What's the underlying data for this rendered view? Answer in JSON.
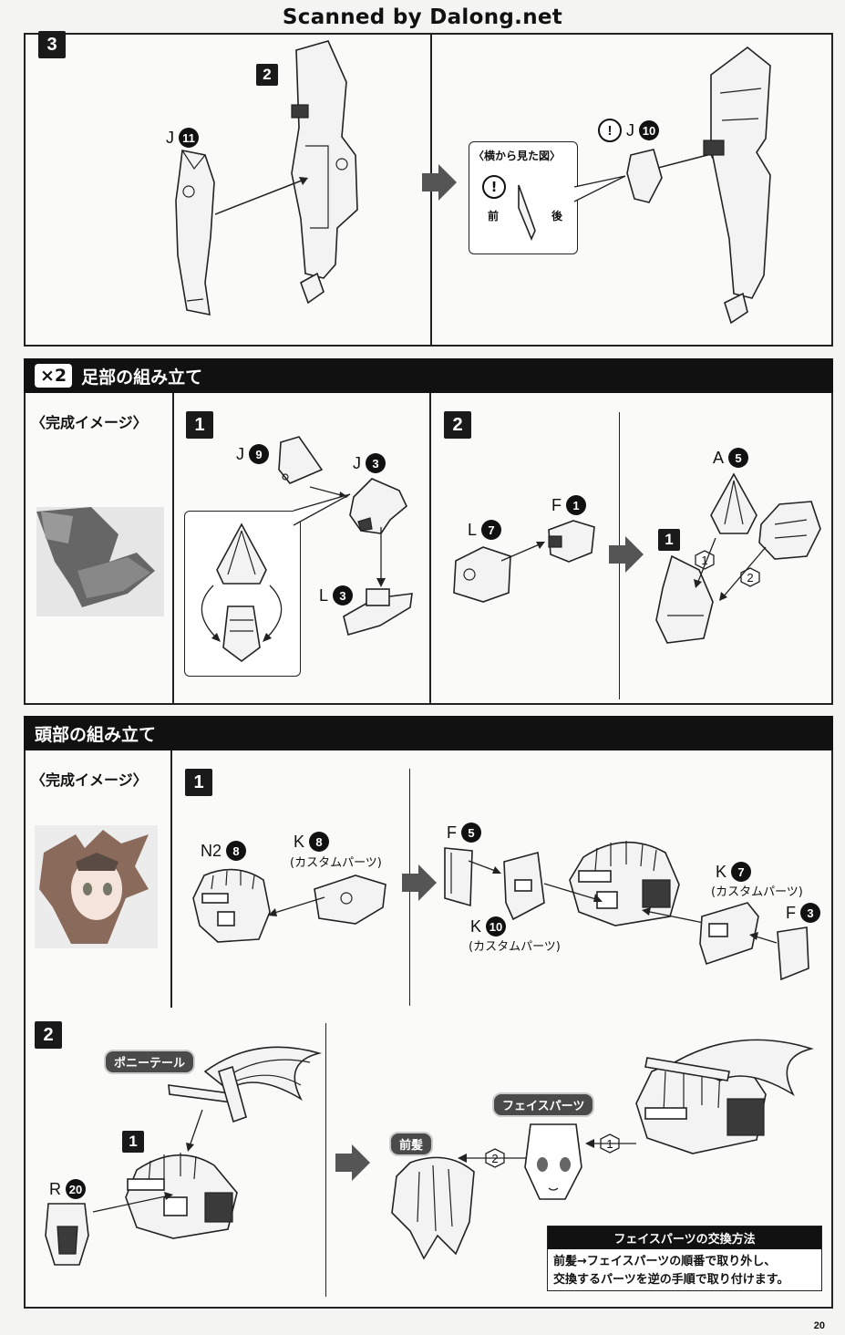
{
  "watermark": "Scanned by Dalong.net",
  "page_number": "20",
  "step3": {
    "step": "3",
    "sub_step": "2",
    "part_j11": {
      "letter": "J",
      "number": "11"
    },
    "part_j10": {
      "letter": "J",
      "number": "10"
    },
    "side_view": {
      "title": "〈横から見た図〉",
      "front": "前",
      "back": "後"
    }
  },
  "feet_section": {
    "times": "×2",
    "title": "足部の組み立て",
    "image_label": "〈完成イメージ〉",
    "step1": "1",
    "step2": "2",
    "sub_step": "1",
    "parts": {
      "j9": {
        "letter": "J",
        "number": "9"
      },
      "j3": {
        "letter": "J",
        "number": "3"
      },
      "l3": {
        "letter": "L",
        "number": "3"
      },
      "f1": {
        "letter": "F",
        "number": "1"
      },
      "l7": {
        "letter": "L",
        "number": "7"
      },
      "a5": {
        "letter": "A",
        "number": "5"
      }
    },
    "order": [
      "1",
      "2"
    ]
  },
  "head_section": {
    "title": "頭部の組み立て",
    "image_label": "〈完成イメージ〉",
    "step1": "1",
    "step2": "2",
    "sub_step": "1",
    "parts": {
      "n2_8": {
        "letter": "N2",
        "number": "8"
      },
      "k8": {
        "letter": "K",
        "number": "8",
        "note": "(カスタムパーツ)"
      },
      "f5": {
        "letter": "F",
        "number": "5"
      },
      "k10": {
        "letter": "K",
        "number": "10",
        "note": "(カスタムパーツ)"
      },
      "k7": {
        "letter": "K",
        "number": "7",
        "note": "(カスタムパーツ)"
      },
      "f3": {
        "letter": "F",
        "number": "3"
      },
      "r20": {
        "letter": "R",
        "number": "20"
      }
    },
    "tags": {
      "ponytail": "ポニーテール",
      "bangs": "前髪",
      "face": "フェイスパーツ"
    },
    "order": [
      "1",
      "2"
    ],
    "note": {
      "title": "フェイスパーツの交換方法",
      "line1": "前髪→フェイスパーツの順番で取り外し、",
      "line2": "交換するパーツを逆の手順で取り付けます。"
    }
  }
}
